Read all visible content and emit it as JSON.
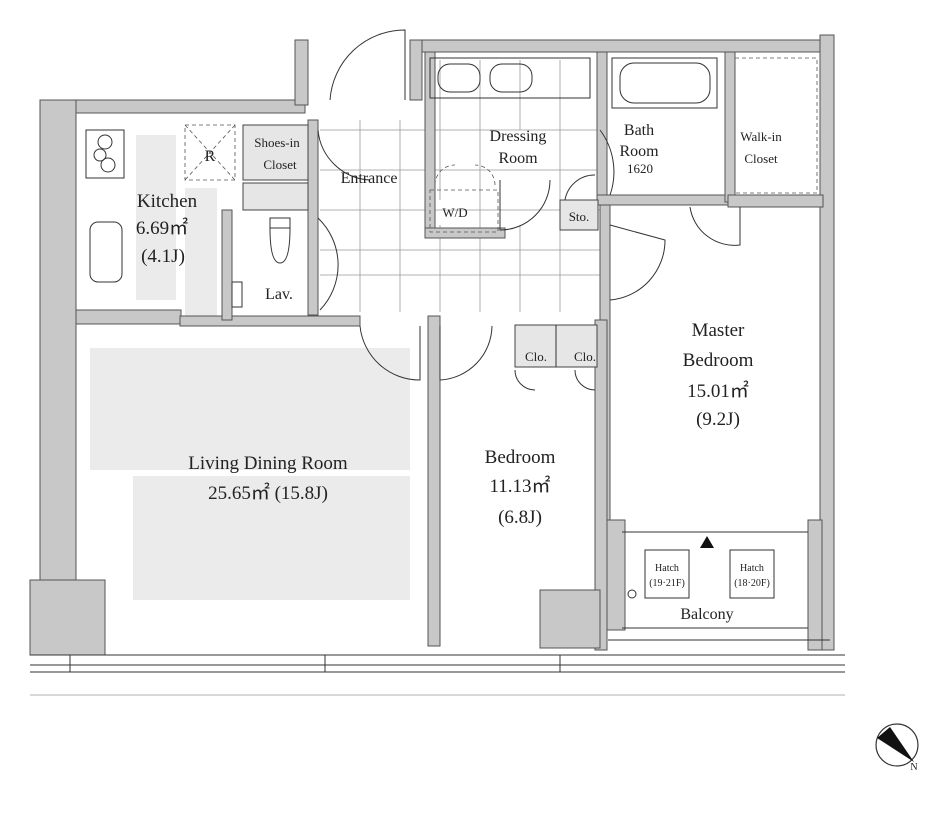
{
  "rooms": {
    "kitchen": {
      "name": "Kitchen",
      "area": "6.69㎡",
      "jo": "(4.1J)"
    },
    "refrigerator": "R",
    "shoes_closet": {
      "line1": "Shoes-in",
      "line2": "Closet"
    },
    "entrance": "Entrance",
    "dressing_room": {
      "line1": "Dressing",
      "line2": "Room"
    },
    "washer_dryer": "W/D",
    "storage": "Sto.",
    "bath_room": {
      "line1": "Bath",
      "line2": "Room",
      "size": "1620"
    },
    "walk_in_closet": {
      "line1": "Walk-in",
      "line2": "Closet"
    },
    "lavatory": "Lav.",
    "master_bedroom": {
      "line1": "Master",
      "line2": "Bedroom",
      "area": "15.01㎡",
      "jo": "(9.2J)"
    },
    "closets": [
      "Clo.",
      "Clo."
    ],
    "living_dining": {
      "name": "Living Dining Room",
      "area": "25.65㎡  (15.8J)"
    },
    "bedroom": {
      "name": "Bedroom",
      "area": "11.13㎡",
      "jo": "(6.8J)"
    },
    "hatches": [
      {
        "label": "Hatch",
        "floors": "(19·21F)"
      },
      {
        "label": "Hatch",
        "floors": "(18·20F)"
      }
    ],
    "balcony": "Balcony"
  },
  "compass": {
    "icon": "north-arrow-icon",
    "letter": "N"
  },
  "colors": {
    "wall": "#c8c8c8",
    "shade": "#ebebeb",
    "line": "#333333"
  }
}
